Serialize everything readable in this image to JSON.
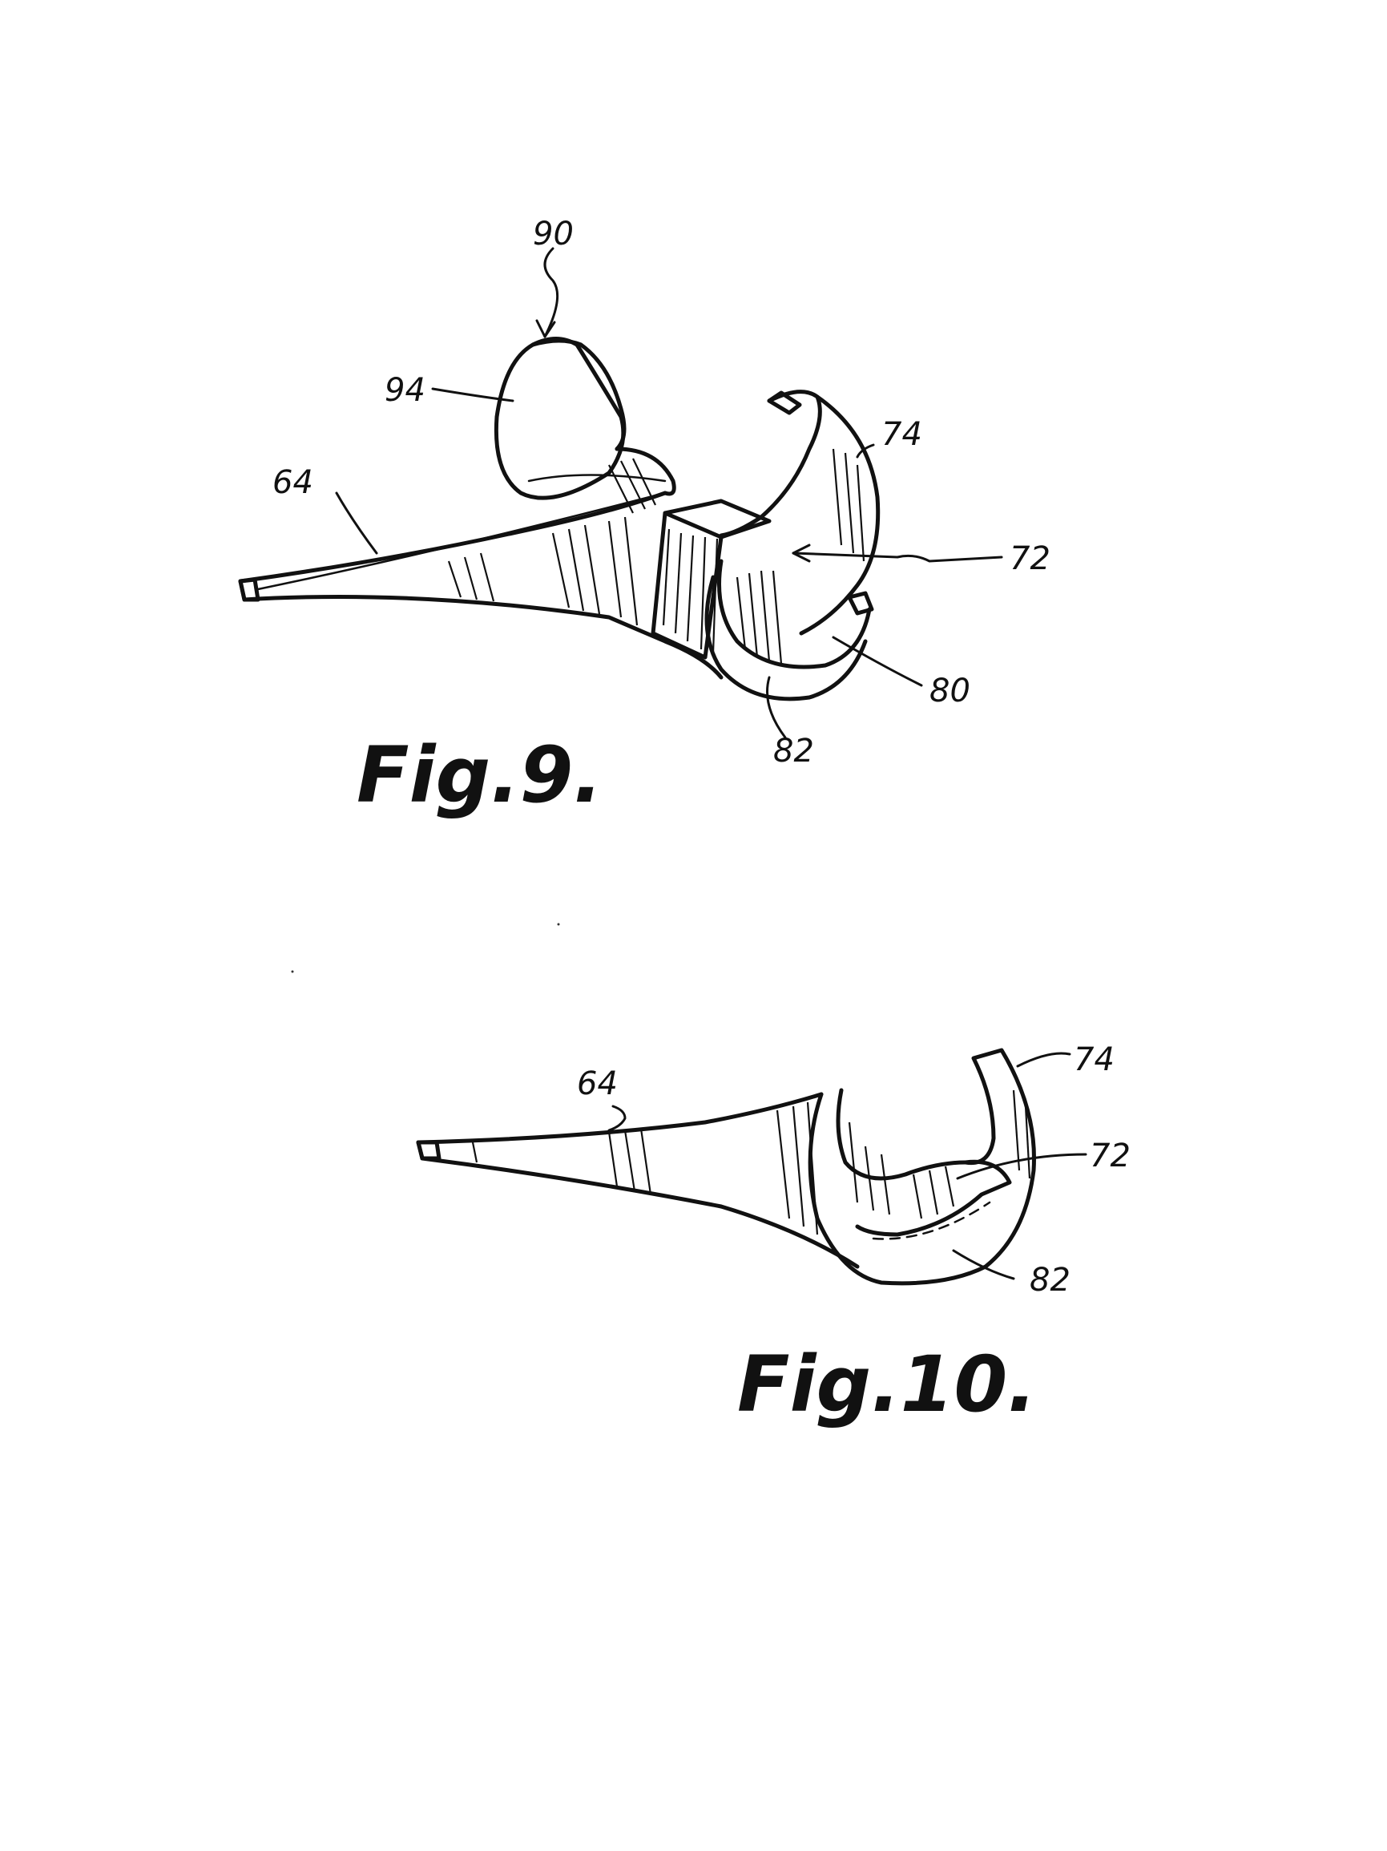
{
  "figure_9": {
    "caption": "Fig.9.",
    "refs": {
      "r90": "90",
      "r94": "94",
      "r64": "64",
      "r74": "74",
      "r72": "72",
      "r80": "80",
      "r82": "82"
    }
  },
  "figure_10": {
    "caption": "Fig.10.",
    "refs": {
      "r64": "64",
      "r74": "74",
      "r72": "72",
      "r82": "82"
    }
  },
  "colors": {
    "ink": "#111111",
    "paper": "#ffffff"
  }
}
